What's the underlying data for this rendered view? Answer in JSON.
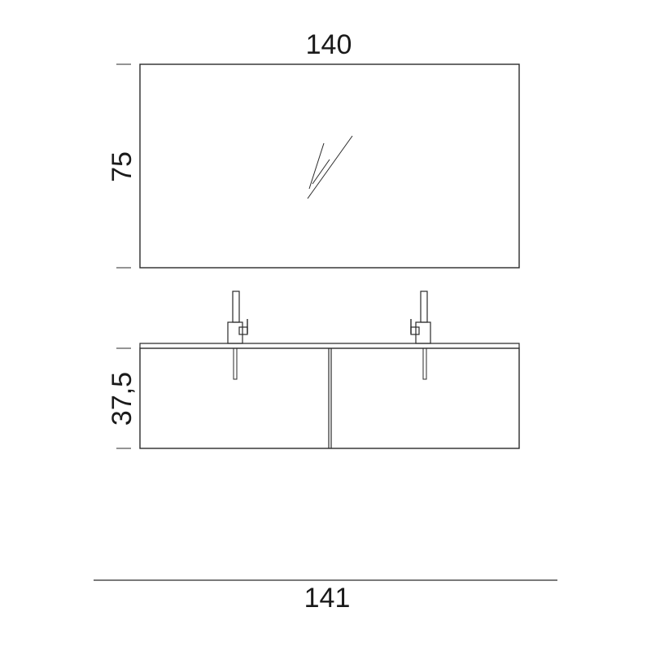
{
  "dimensions": {
    "mirror_width": "140",
    "mirror_height": "75",
    "cabinet_height": "37,5",
    "total_width": "141"
  },
  "colors": {
    "line": "#2a2a2a",
    "text": "#1a1a1a",
    "background": "#ffffff"
  }
}
